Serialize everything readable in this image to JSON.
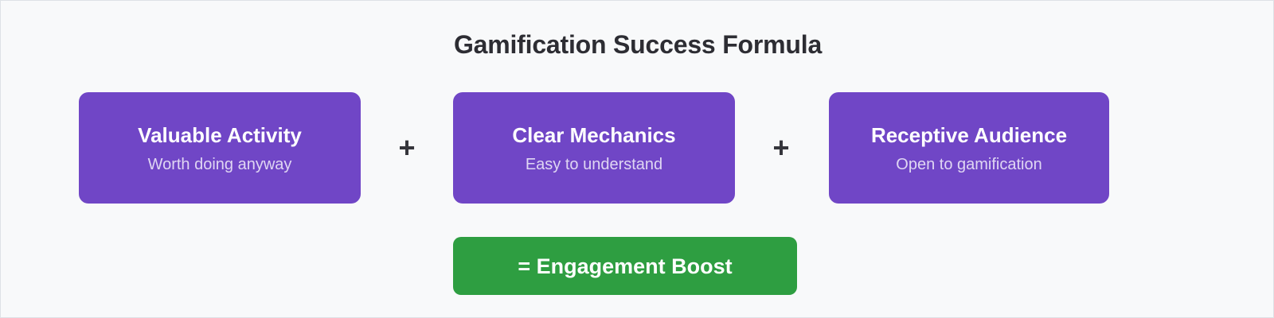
{
  "figure": {
    "title": "Gamification Success Formula",
    "background_color": "#f8f9fa",
    "border_color": "#dee2e6",
    "title_color": "#2d2d33"
  },
  "formula": {
    "operator": "+",
    "factor_color": "#7046c6",
    "result_color": "#2e9e41",
    "factors": [
      {
        "label": "Valuable Activity",
        "description": "Worth doing anyway"
      },
      {
        "label": "Clear Mechanics",
        "description": "Easy to understand"
      },
      {
        "label": "Receptive Audience",
        "description": "Open to gamification"
      }
    ],
    "result": {
      "label": "= Engagement Boost"
    }
  }
}
